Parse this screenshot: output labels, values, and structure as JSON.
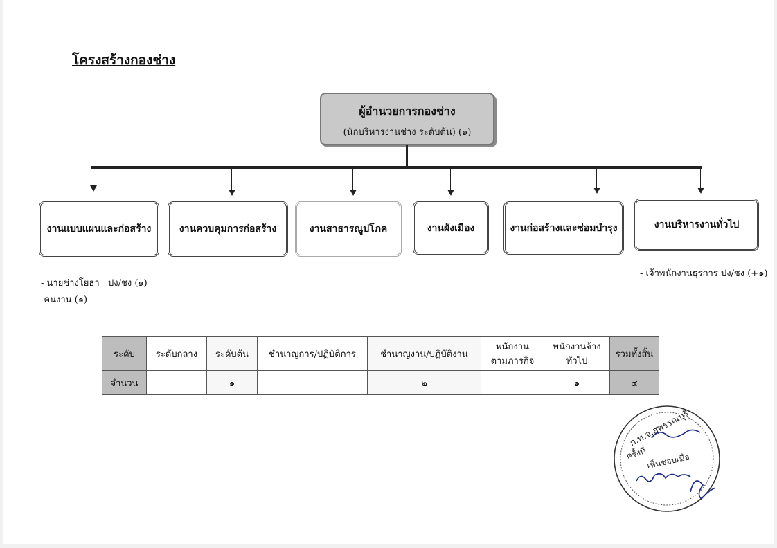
{
  "title": "โครงสร้างกองช่าง",
  "head": {
    "title": "ผู้อำนวยการกองช่าง",
    "subtitle": "(นักบริหารงานช่าง ระดับต้น) (๑)"
  },
  "units": [
    {
      "label": "งานแบบแผนและก่อสร้าง"
    },
    {
      "label": "งานควบคุมการก่อสร้าง"
    },
    {
      "label": "งานสาธารณูปโภค"
    },
    {
      "label": "งานผังเมือง"
    },
    {
      "label": "งานก่อสร้างและซ่อมบำรุง"
    },
    {
      "label": "งานบริหารงานทั่วไป"
    }
  ],
  "notes_left": [
    "- นายช่างโยธา   ปง/ชง (๑)",
    "-คนงาน (๑)"
  ],
  "notes_right": [
    "-  เจ้าพนักงานธุรการ ปง/ชง (+๑)"
  ],
  "table": {
    "headers": [
      "ระดับ",
      "ระดับกลาง",
      "ระดับต้น",
      "ชำนาญการ/ปฏิบัติการ",
      "ชำนาญงาน/ปฏิบัติงาน",
      "พนักงาน\nตามภารกิจ",
      "พนักงานจ้าง\nทั่วไป",
      "รวมทั้งสิ้น"
    ],
    "values": [
      "จำนวน",
      "-",
      "๑",
      "-",
      "๒",
      "-",
      "๑",
      "๔"
    ]
  },
  "stamp": {
    "text_top": "ก.ท.จ.สุพรรณบุรี",
    "text_round": "ครั้งที่",
    "text_approve": "เห็นชอบเมื่อ"
  }
}
